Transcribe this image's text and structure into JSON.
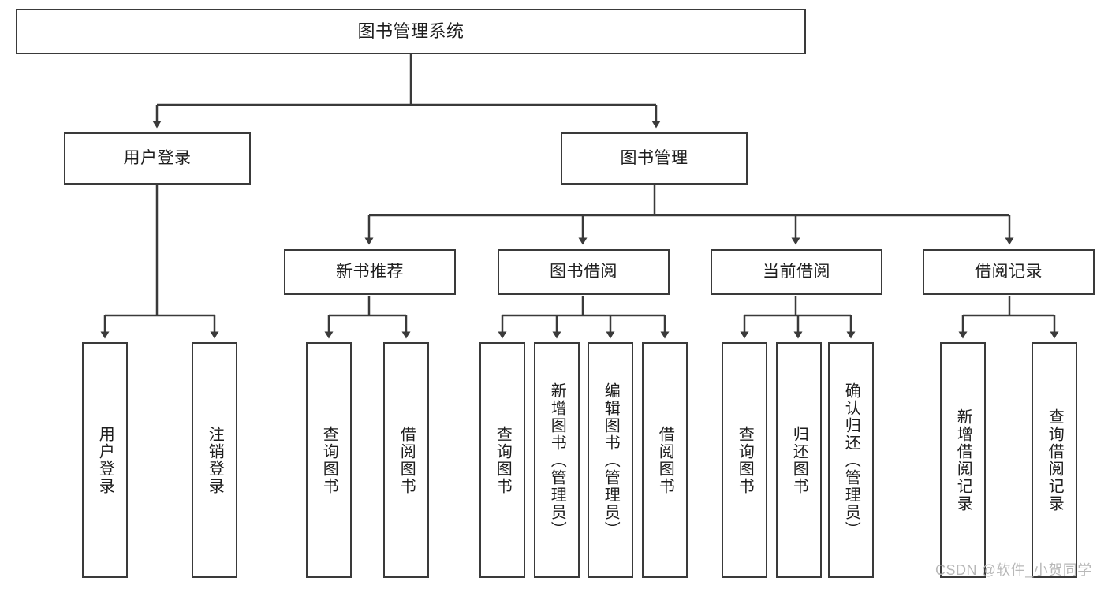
{
  "diagram": {
    "title": "图书管理系统",
    "watermark": "CSDN @软件_小贺同学",
    "colors": {
      "box_border": "#3a3a3a",
      "line": "#3a3a3a",
      "text": "#1d1d1d",
      "background": "#ffffff",
      "watermark": "#b8b8b8"
    },
    "levels": {
      "root": "图书管理系统",
      "level2": [
        "用户登录",
        "图书管理"
      ],
      "level3": [
        "新书推荐",
        "图书借阅",
        "当前借阅",
        "借阅记录"
      ],
      "level4_groups": [
        {
          "parent": "用户登录",
          "children": [
            "用户登录",
            "注销登录"
          ]
        },
        {
          "parent": "新书推荐",
          "children": [
            "查询图书",
            "借阅图书"
          ]
        },
        {
          "parent": "图书借阅",
          "children": [
            "查询图书",
            "新增图书（管理员）",
            "编辑图书（管理员）",
            "借阅图书"
          ]
        },
        {
          "parent": "当前借阅",
          "children": [
            "查询图书",
            "归还图书",
            "确认归还（管理员）"
          ]
        },
        {
          "parent": "借阅记录",
          "children": [
            "新增借阅记录",
            "查询借阅记录"
          ]
        }
      ]
    },
    "nodes": {
      "root": {
        "label": "图书管理系统"
      },
      "user_login": {
        "label": "用户登录"
      },
      "book_manage": {
        "label": "图书管理"
      },
      "new_book_rec": {
        "label": "新书推荐"
      },
      "book_borrow": {
        "label": "图书借阅"
      },
      "current_borrow": {
        "label": "当前借阅"
      },
      "borrow_record": {
        "label": "借阅记录"
      },
      "leaf_user_login": {
        "label": "用户登录"
      },
      "leaf_logout": {
        "label": "注销登录"
      },
      "leaf_query_book_1": {
        "label": "查询图书"
      },
      "leaf_borrow_book_1": {
        "label": "借阅图书"
      },
      "leaf_query_book_2": {
        "label": "查询图书"
      },
      "leaf_add_book": {
        "label": "新增图书（管理员）"
      },
      "leaf_edit_book": {
        "label": "编辑图书（管理员）"
      },
      "leaf_borrow_book_2": {
        "label": "借阅图书"
      },
      "leaf_query_book_3": {
        "label": "查询图书"
      },
      "leaf_return_book": {
        "label": "归还图书"
      },
      "leaf_confirm_return": {
        "label": "确认归还（管理员）"
      },
      "leaf_add_record": {
        "label": "新增借阅记录"
      },
      "leaf_query_record": {
        "label": "查询借阅记录"
      }
    }
  }
}
